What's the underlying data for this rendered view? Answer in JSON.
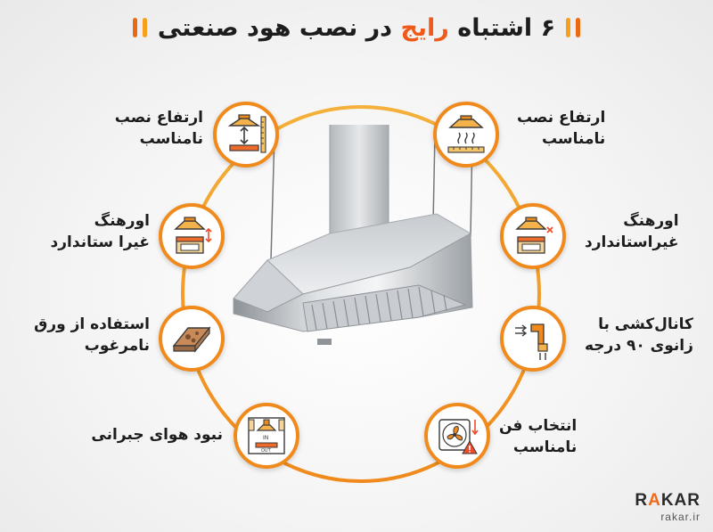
{
  "title": {
    "number": "۶",
    "text_main": "اشتباه",
    "text_accent": "رایج",
    "text_rest": "در نصب هود صنعتی"
  },
  "items_left": [
    {
      "line1": "ارتفاع نصب",
      "line2": "نامناسب",
      "icon": "hood-height-icon"
    },
    {
      "line1": "اورهنگ",
      "line2": "غیرا ستاندارد",
      "icon": "hood-stove-overhang-icon"
    },
    {
      "line1": "استفاده از ورق",
      "line2": "نامرغوب",
      "icon": "metal-sheet-icon"
    },
    {
      "line1": "نبود هوای جبرانی",
      "line2": "",
      "icon": "makeup-air-icon"
    }
  ],
  "items_right": [
    {
      "line1": "ارتفاع نصب",
      "line2": "نامناسب",
      "icon": "hood-heat-ruler-icon"
    },
    {
      "line1": "اورهنگ",
      "line2": "غیراستاندارد",
      "icon": "hood-stove-cross-icon"
    },
    {
      "line1": "کانال‌کشی با",
      "line2": "زانوی ۹۰ درجه",
      "icon": "duct-elbow-icon"
    },
    {
      "line1": "انتخاب فن",
      "line2": "نامناسب",
      "icon": "fan-warning-icon"
    }
  ],
  "diagram_labels": {
    "in": "IN",
    "out": "OUT"
  },
  "brand": {
    "name_pre": "R",
    "name_accent": "A",
    "name_post": "KAR",
    "site": "rakar.ir"
  },
  "colors": {
    "accent": "#f08a1c",
    "accent_dark": "#ef5a1a",
    "ring": "#f5a623"
  }
}
